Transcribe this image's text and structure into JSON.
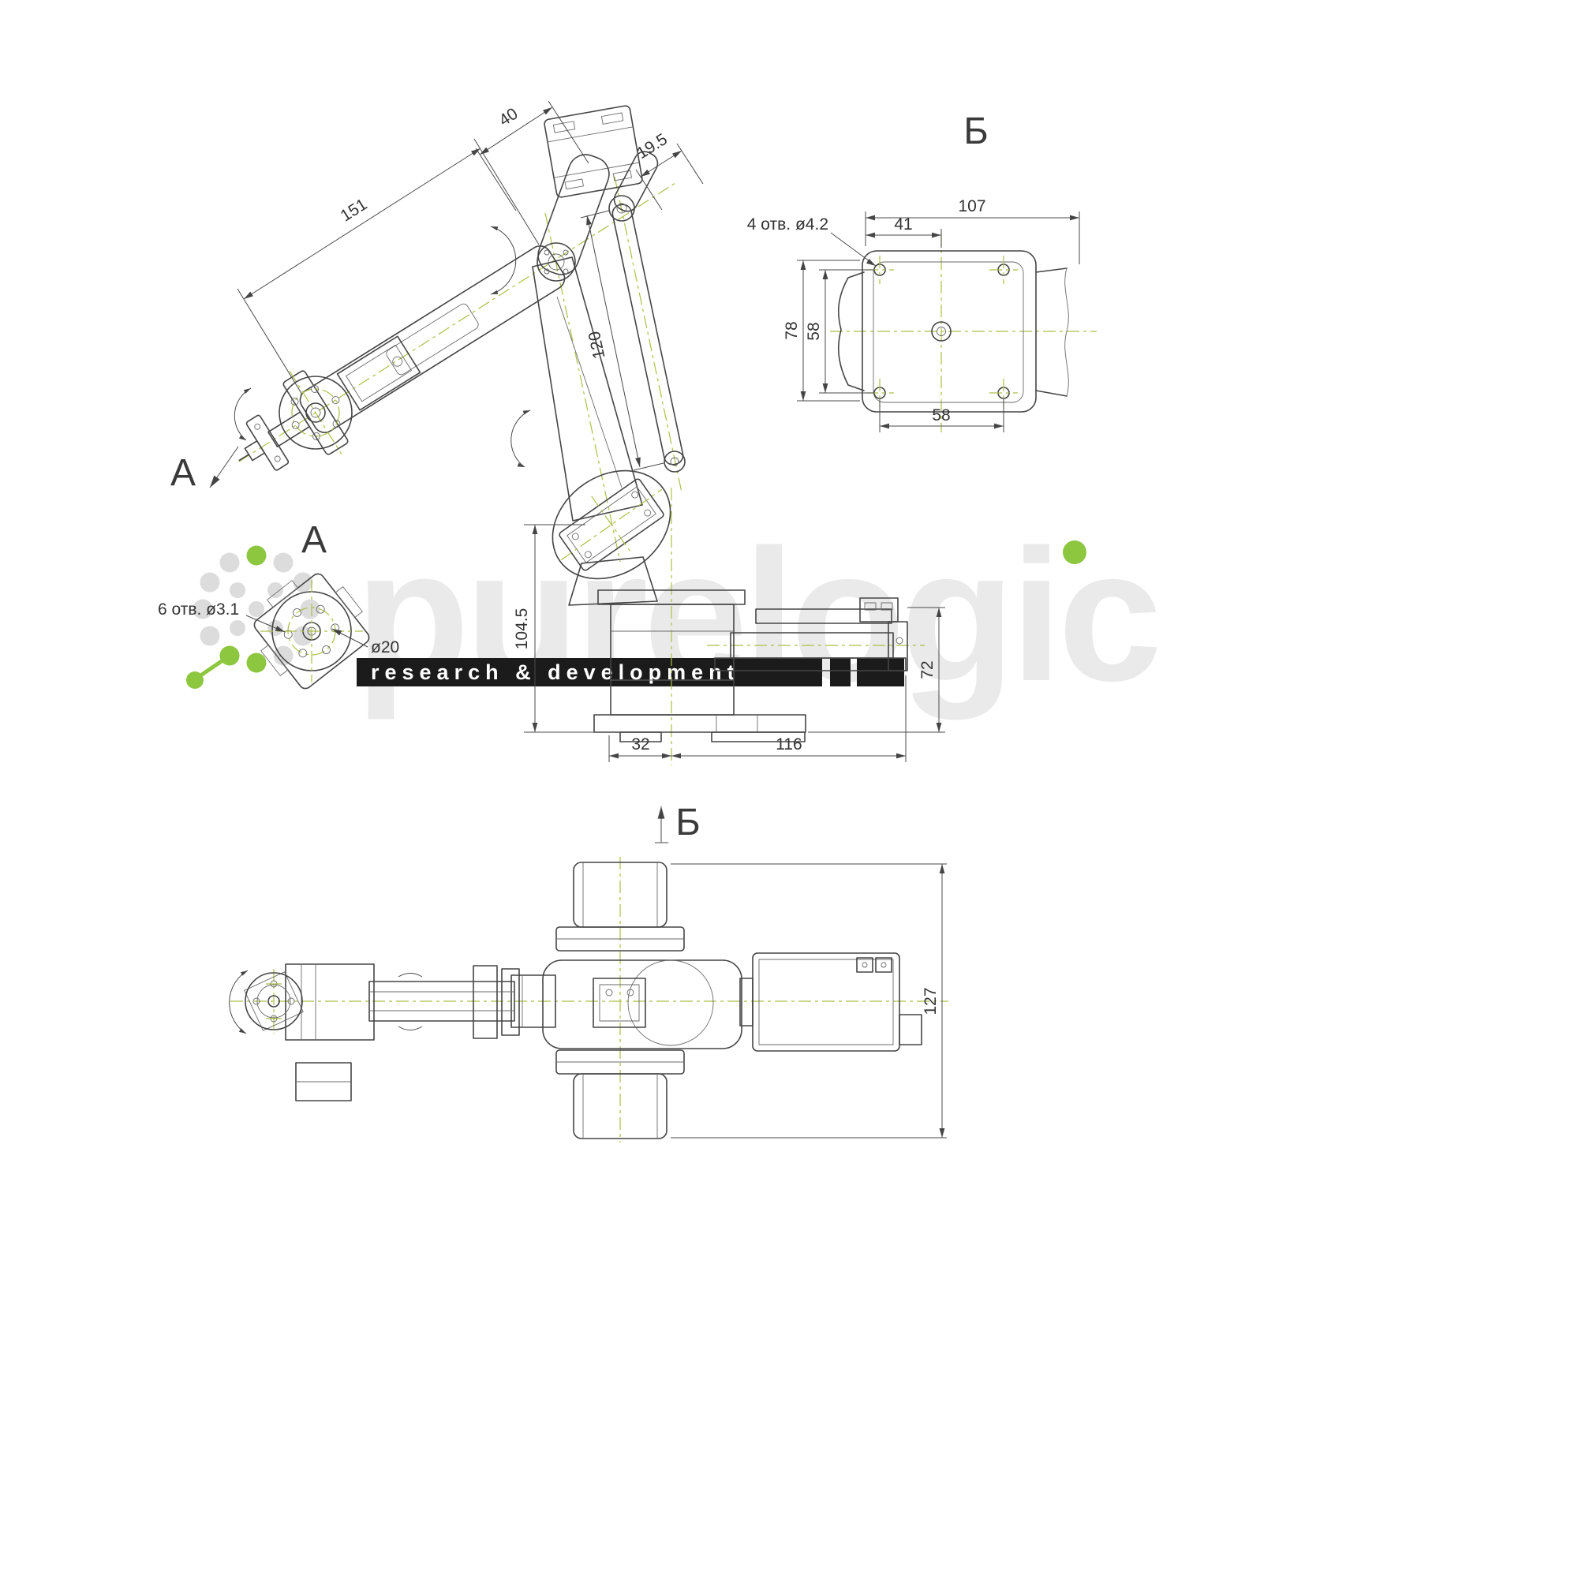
{
  "colors": {
    "line": "#454545",
    "centerline_green": "#aebe47",
    "watermark_green": "#8dc63f",
    "watermark_gray": "#eaeaea",
    "background": "#ffffff"
  },
  "watermark": {
    "brand": "purelogic",
    "subtitle": "research & development"
  },
  "labels": {
    "view_b_title": "Б",
    "view_a_title": "А",
    "section_a": "А",
    "section_b": "Б"
  },
  "view_b": {
    "note_holes": "4 отв. ø4.2",
    "dim_width": "107",
    "dim_offset": "41",
    "dim_height": "78",
    "dim_spacing_v": "58",
    "dim_spacing_h": "58"
  },
  "side_view": {
    "dim_top_width": "40",
    "dim_pivot_offset": "19.5",
    "dim_forearm": "151",
    "dim_link": "120",
    "dim_height": "104.5",
    "dim_base_front": "32",
    "dim_base_rear": "116",
    "dim_stand": "72"
  },
  "view_a": {
    "note_holes": "6 отв. ø3.1",
    "dim_bolt_circle": "ø20"
  },
  "top_view": {
    "dim_width": "127"
  }
}
